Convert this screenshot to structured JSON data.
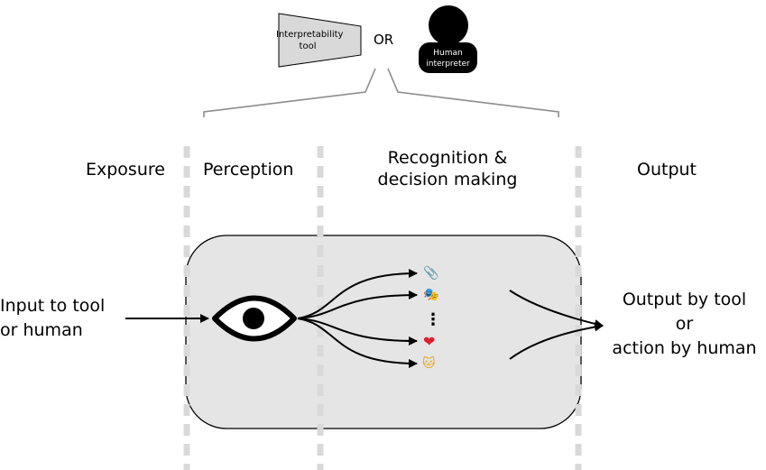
{
  "top": {
    "tool_label_line1": "Interpretability",
    "tool_label_line2": "tool",
    "or_label": "OR",
    "human_label_line1": "Human",
    "human_label_line2": "interpreter"
  },
  "stages": {
    "exposure": "Exposure",
    "perception": "Perception",
    "recognition_line1": "Recognition &",
    "recognition_line2": "decision making",
    "output": "Output"
  },
  "input": {
    "line1": "Input to tool",
    "line2": "or human"
  },
  "output_text": {
    "line1": "Output by tool",
    "line2": "or",
    "line3": "action by human"
  },
  "concept_icons": {
    "c1": "📎",
    "c2": "🎭",
    "ellipsis": "⋮",
    "c3": "❤",
    "c4": "🐱"
  },
  "colors": {
    "box_fill": "#e5e5e5",
    "divider": "#d9d9d9",
    "bracket": "#8c8c8c",
    "tool_fill": "#d9d9d9"
  }
}
